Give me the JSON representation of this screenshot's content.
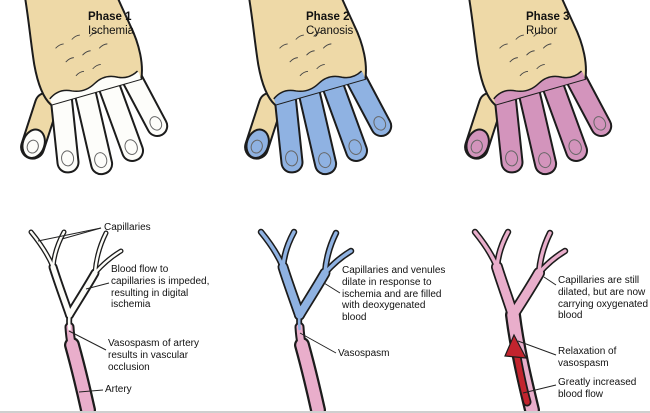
{
  "phases": [
    {
      "title": "Phase 1",
      "subtitle": "Ischemia",
      "finger_color": "#fdfdfa",
      "labels": {
        "capillaries": "Capillaries",
        "blood_flow": "Blood flow to capillaries is impeded, resulting in digital ischemia",
        "vasospasm": "Vasospasm of artery results in vascular occlusion",
        "artery": "Artery"
      }
    },
    {
      "title": "Phase 2",
      "subtitle": "Cyanosis",
      "finger_color": "#8fb2e2",
      "labels": {
        "capillaries": "Capillaries and venules dilate in response to ischemia and are filled with deoxygenated blood",
        "vasospasm": "Vasospasm"
      }
    },
    {
      "title": "Phase 3",
      "subtitle": "Rubor",
      "finger_color": "#d394bc",
      "labels": {
        "capillaries": "Capillaries are still dilated, but are now carrying oxygenated blood",
        "relaxation": "Relaxation of vasospasm",
        "blood_flow": "Greatly increased blood flow"
      }
    }
  ],
  "colors": {
    "background": "#ffffff",
    "skin": "#eed9a7",
    "outline": "#1c1c1c",
    "artery_pink": "#e9aecb",
    "arrow_red": "#c2242e",
    "leader": "#222222",
    "divider": "#cfcfcf"
  }
}
